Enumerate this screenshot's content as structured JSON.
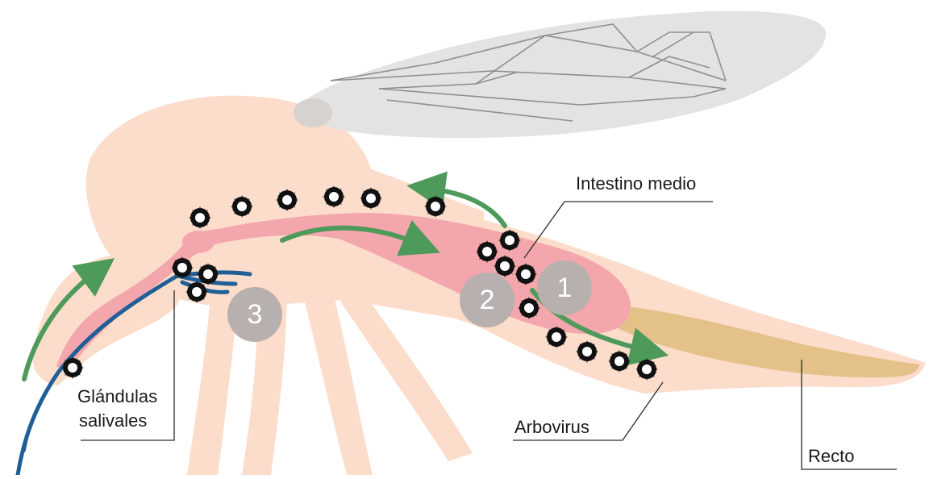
{
  "labels": {
    "midgut": "Intestino medio",
    "salivary_1": "Glándulas",
    "salivary_2": "salivales",
    "arbovirus": "Arbovirus",
    "rectum": "Recto"
  },
  "stages": [
    "1",
    "2",
    "3"
  ],
  "colors": {
    "body": "#fcdcca",
    "wing": "#e2e1df",
    "wing_veins": "#8f8f8f",
    "midgut": "#f4a6ad",
    "hindgut": "#e3c188",
    "salivary": "#1f5f96",
    "arrow": "#4e9a5a",
    "stage_circle": "#b7b0ae",
    "leader_line": "#2a2a2a",
    "virus": "#111111"
  },
  "icons": {
    "virus": "virus-particle-icon",
    "arrow": "green-arrow-icon"
  }
}
